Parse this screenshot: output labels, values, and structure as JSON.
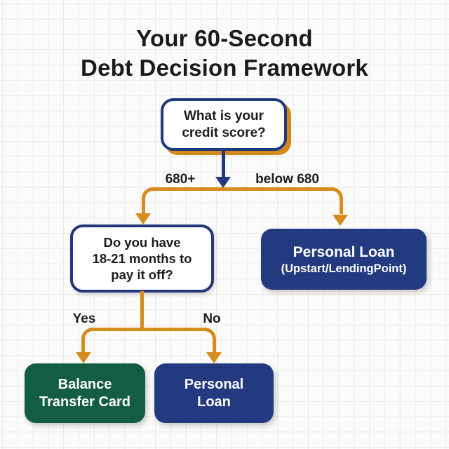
{
  "title": {
    "line1": "Your 60-Second",
    "line2": "Debt Decision Framework"
  },
  "flow": {
    "root": {
      "lines": [
        "What is your",
        "credit score?"
      ]
    },
    "branch_labels": {
      "left": "680+",
      "right": "below 680"
    },
    "question2": {
      "lines": [
        "Do you have",
        "18-21 months to",
        "pay it off?"
      ]
    },
    "personal_loan_detail": {
      "lines": [
        "Personal Loan",
        "(Upstart/LendingPoint)"
      ]
    },
    "decision_labels": {
      "yes": "Yes",
      "no": "No"
    },
    "balance_transfer": {
      "lines": [
        "Balance",
        "Transfer Card"
      ]
    },
    "personal_loan": {
      "lines": [
        "Personal",
        "Loan"
      ]
    }
  },
  "colors": {
    "navy": "#233a81",
    "navy_border": "#21387d",
    "orange": "#d78c1e",
    "green": "#135c45",
    "ink": "#1b1b1d",
    "background": "#fbfbfa"
  }
}
